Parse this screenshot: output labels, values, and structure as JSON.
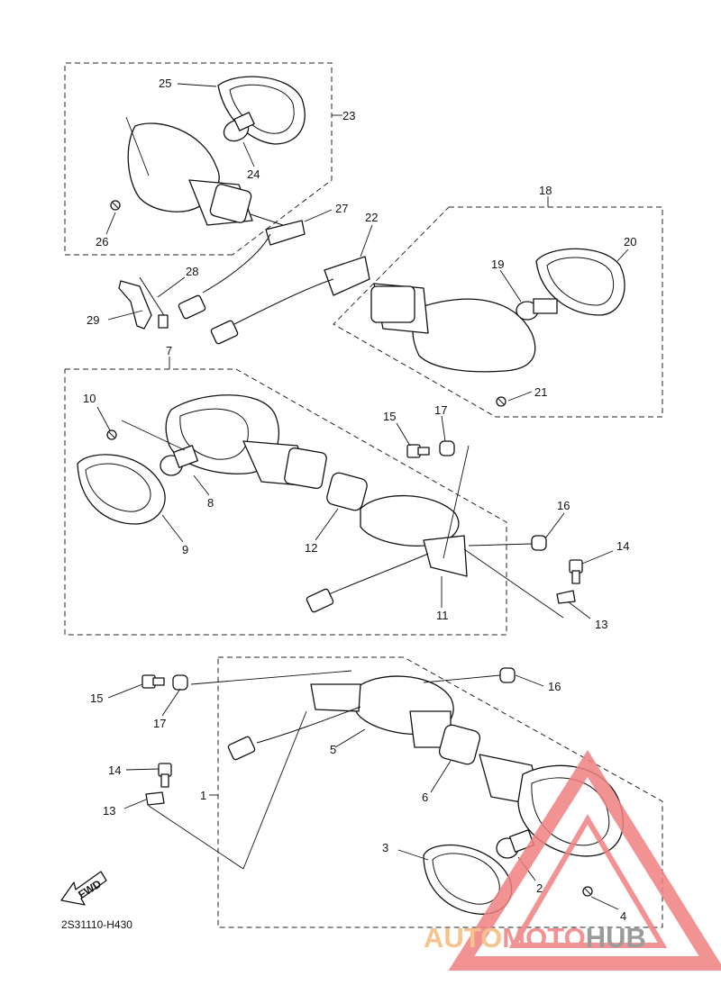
{
  "diagram": {
    "code": "2S31110-H430",
    "fwd_label": "FWD",
    "callouts": [
      "1",
      "2",
      "3",
      "4",
      "5",
      "6",
      "7",
      "8",
      "9",
      "10",
      "11",
      "12",
      "13",
      "14",
      "15",
      "16",
      "17",
      "18",
      "19",
      "20",
      "21",
      "22",
      "23",
      "24",
      "25",
      "26",
      "27",
      "28",
      "29"
    ]
  },
  "callout_repeat": {
    "c13b": "13",
    "c14b": "14",
    "c15b": "15",
    "c16b": "16",
    "c17b": "17"
  },
  "watermark": {
    "part1": "AUTO",
    "part2": "MOTO",
    "part3": "HUB",
    "color_red": "#f08080",
    "color_orange": "#f5b97a",
    "color_gray": "#8a8a8a"
  }
}
